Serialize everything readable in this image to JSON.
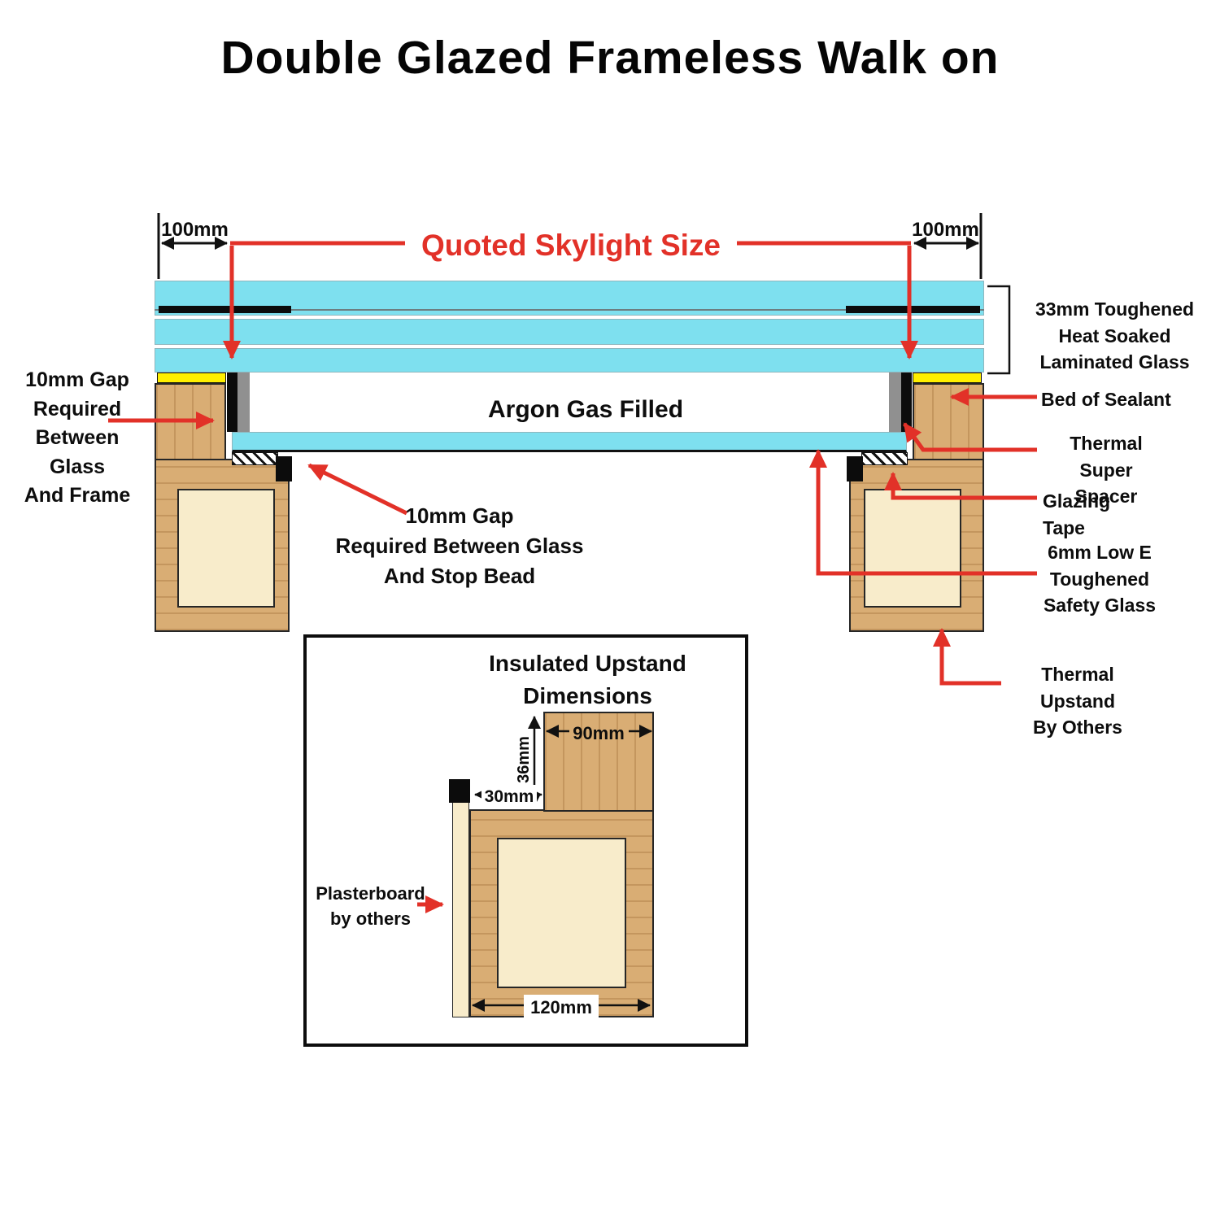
{
  "title": "Double Glazed Frameless Walk on",
  "colors": {
    "glass": "#7ee0ef",
    "wood": "#d9ad74",
    "wood_inner": "#f8eccb",
    "sealant": "#ffef00",
    "annotation_red": "#e23128",
    "spacer_gray": "#909090",
    "line_black": "#111111"
  },
  "main_diagram": {
    "quoted_size_label": "Quoted Skylight Size",
    "left_dim": "100mm",
    "right_dim": "100mm",
    "argon_label": "Argon Gas Filled",
    "left_gap_label": [
      "10mm Gap",
      "Required",
      "Between",
      "Glass",
      "And Frame"
    ],
    "stop_bead_label": [
      "10mm Gap",
      "Required Between Glass",
      "And Stop Bead"
    ],
    "laminated_glass_label": [
      "33mm Toughened",
      "Heat Soaked",
      "Laminated Glass"
    ],
    "bed_of_sealant_label": "Bed of Sealant",
    "thermal_spacer_label": [
      "Thermal Super",
      "Spacer"
    ],
    "glazing_tape_label": "Glazing Tape",
    "low_e_label": [
      "6mm Low E",
      "Toughened",
      "Safety Glass"
    ],
    "thermal_upstand_label": [
      "Thermal Upstand",
      "By Others"
    ]
  },
  "inset": {
    "title": [
      "Insulated Upstand",
      "Dimensions"
    ],
    "dim_top": "90mm",
    "dim_side": "36mm",
    "dim_inner": "30mm",
    "dim_bottom": "120mm",
    "plasterboard_label": [
      "Plasterboard",
      "by others"
    ]
  }
}
